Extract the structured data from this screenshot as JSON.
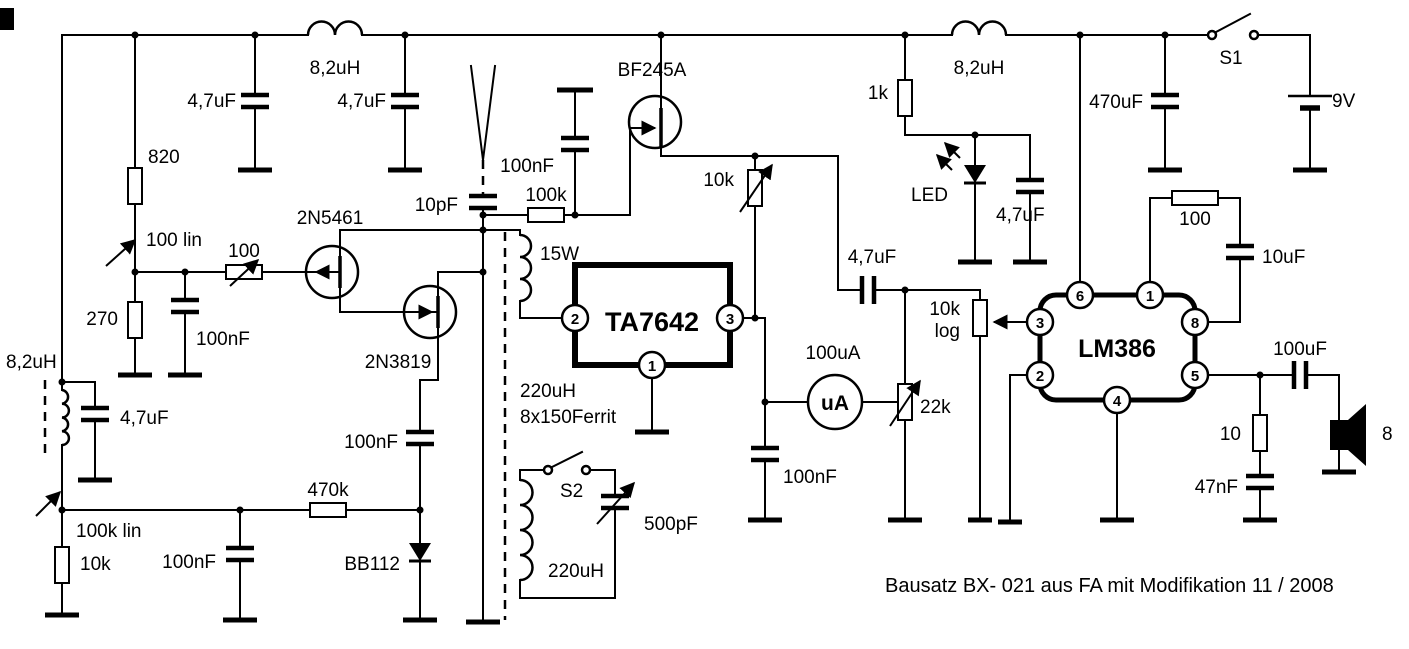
{
  "canvas": {
    "background": "#ffffff",
    "ink": "#000000"
  },
  "caption": "Bausatz BX- 021 aus FA mit Modifikation 11 / 2008",
  "labels": {
    "choke_top_left": "8,2uH",
    "cap_filter_a": "4,7uF",
    "cap_filter_b": "4,7uF",
    "r_820": "820",
    "pot_100_lin": "100 lin",
    "pot_100": "100",
    "q_2n5461": "2N5461",
    "r_270": "270",
    "cap_100nf_bias": "100nF",
    "q_2n3819": "2N3819",
    "cap_10pf": "10pF",
    "choke_left": "8,2uH",
    "cap_4u7_left": "4,7uF",
    "pot_100k_lin": "100k lin",
    "r_10k_left": "10k",
    "cap_100nf_lowleft": "100nF",
    "r_470k": "470k",
    "d_bb112": "BB112",
    "cap_100nf_source": "100nF",
    "q_bf245a": "BF245A",
    "cap_100nf_gate": "100nF",
    "r_100k": "100k",
    "pot_10k": "10k",
    "coil_15w": "15W",
    "coil_rod_uh": "220uH",
    "coil_rod_type": "8x150Ferrit",
    "sw_s2": "S2",
    "coil_tank": "220uH",
    "cap_500pf": "500pF",
    "cap_4u7_couple": "4,7uF",
    "meter_range": "100uA",
    "meter_unit": "uA",
    "pot_22k": "22k",
    "cap_100nf_det": "100nF",
    "r_1k": "1k",
    "choke_top_right": "8,2uH",
    "led": "LED",
    "cap_4u7_led": "4,7uF",
    "pot_vol_value": "10k",
    "pot_vol_taper": "log",
    "cap_470uf": "470uF",
    "sw_s1": "S1",
    "battery": "9V",
    "r_100_gain": "100",
    "cap_10uf": "10uF",
    "cap_100uf": "100uF",
    "r_10": "10",
    "cap_47nf": "47nF",
    "speaker_ohms": "8"
  },
  "ics": {
    "ta7642": {
      "name": "TA7642",
      "pin_in": "2",
      "pin_out": "3",
      "pin_gnd": "1"
    },
    "lm386": {
      "name": "LM386",
      "pin6": "6",
      "pin1": "1",
      "pin3": "3",
      "pin2": "2",
      "pin8": "8",
      "pin5": "5",
      "pin4": "4"
    }
  }
}
